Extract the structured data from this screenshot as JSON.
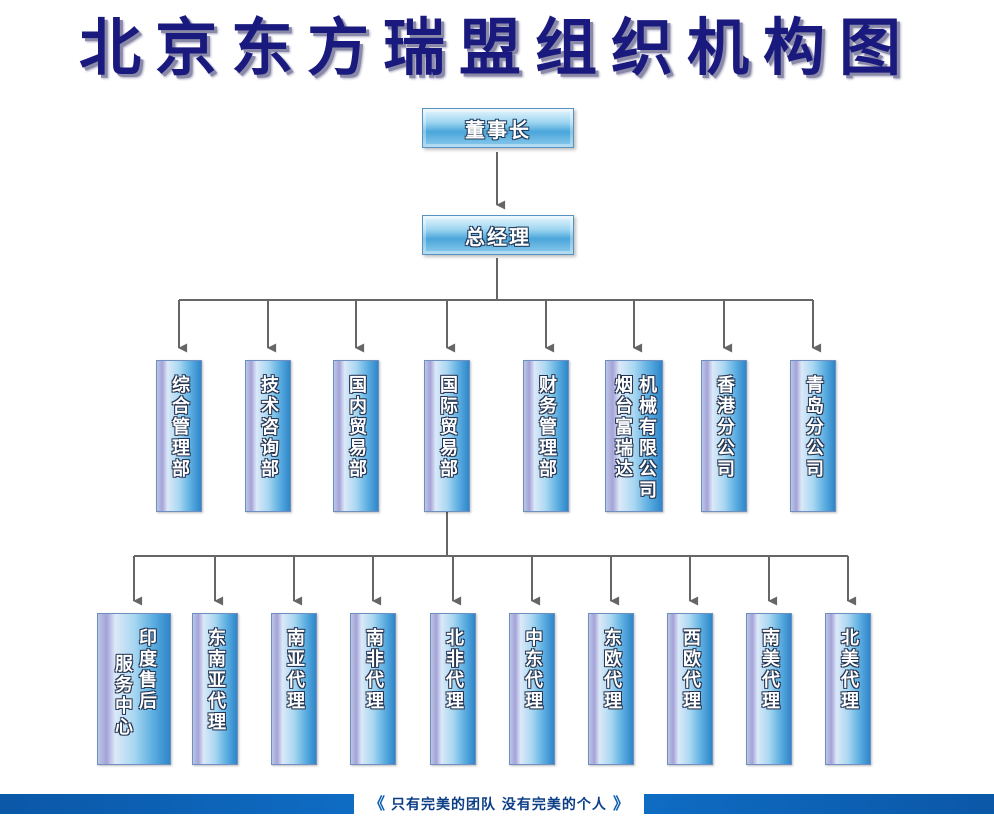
{
  "title": "北京东方瑞盟组织机构图",
  "chairman": "董事长",
  "general_manager": "总经理",
  "departments": [
    {
      "id": "dept-integrated",
      "cols": [
        "综合管理部"
      ]
    },
    {
      "id": "dept-tech-consult",
      "cols": [
        "技术咨询部"
      ]
    },
    {
      "id": "dept-domestic-trade",
      "cols": [
        "国内贸易部"
      ]
    },
    {
      "id": "dept-intl-trade",
      "cols": [
        "国际贸易部"
      ]
    },
    {
      "id": "dept-finance",
      "cols": [
        "财务管理部"
      ]
    },
    {
      "id": "dept-yantai-furuida",
      "cols": [
        "机械有限公司",
        "烟台富瑞达"
      ]
    },
    {
      "id": "dept-hongkong-branch",
      "cols": [
        "香港分公司"
      ]
    },
    {
      "id": "dept-qingdao-branch",
      "cols": [
        "青岛分公司"
      ]
    }
  ],
  "agents": [
    {
      "id": "agent-india",
      "cols": [
        "印度售后",
        "服务中心"
      ]
    },
    {
      "id": "agent-southeast-asia",
      "cols": [
        "东南亚代理"
      ]
    },
    {
      "id": "agent-south-asia",
      "cols": [
        "南亚代理"
      ]
    },
    {
      "id": "agent-south-africa",
      "cols": [
        "南非代理"
      ]
    },
    {
      "id": "agent-north-africa",
      "cols": [
        "北非代理"
      ]
    },
    {
      "id": "agent-middle-east",
      "cols": [
        "中东代理"
      ]
    },
    {
      "id": "agent-eastern-europe",
      "cols": [
        "东欧代理"
      ]
    },
    {
      "id": "agent-western-europe",
      "cols": [
        "西欧代理"
      ]
    },
    {
      "id": "agent-south-america",
      "cols": [
        "南美代理"
      ]
    },
    {
      "id": "agent-north-america",
      "cols": [
        "北美代理"
      ]
    }
  ],
  "footer": {
    "slogan": "只有完美的团队 没有完美的个人",
    "left_mark": "《",
    "right_mark": "》"
  },
  "colors": {
    "title": "#1a1a7e",
    "line": "#666666",
    "footer_bar": "#0f6fc6"
  }
}
